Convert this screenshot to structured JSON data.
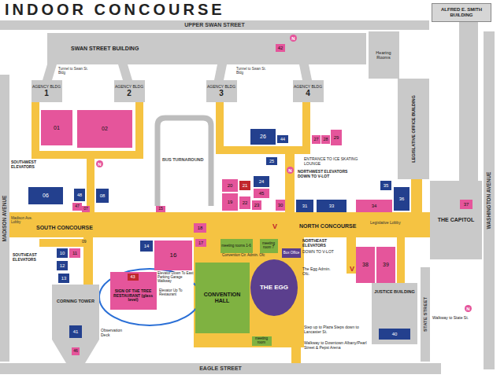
{
  "diagram": {
    "title": "INDOOR CONCOURSE",
    "nodes": [
      {
        "text": [
          "UPPER SWAN STREET"
        ]
      },
      {
        "text": [
          "ALFRED E. SMITH BUILDING"
        ]
      },
      {
        "text": [
          "SWAN STREET BUILDING"
        ]
      },
      {
        "text": [
          "42"
        ]
      },
      {
        "text": [
          "Hearing Rooms"
        ]
      },
      {
        "text": [
          "AGENCY BLDG",
          "1"
        ]
      },
      {
        "text": [
          "AGENCY BLDG",
          "2"
        ]
      },
      {
        "text": [
          "AGENCY BLDG",
          "3"
        ]
      },
      {
        "text": [
          "AGENCY BLDG",
          "4"
        ]
      },
      {
        "text": [
          "LEGISLATIVE OFFICE BUILDING"
        ]
      },
      {
        "text": [
          "01"
        ]
      },
      {
        "text": [
          "02"
        ]
      },
      {
        "text": [
          "26"
        ]
      },
      {
        "text": [
          "44"
        ]
      },
      {
        "text": [
          "27"
        ]
      },
      {
        "text": [
          "28"
        ]
      },
      {
        "text": [
          "29"
        ]
      },
      {
        "text": [
          "25"
        ]
      },
      {
        "text": [
          "35"
        ]
      },
      {
        "text": [
          "20"
        ]
      },
      {
        "text": [
          "21"
        ]
      },
      {
        "text": [
          "24"
        ]
      },
      {
        "text": [
          "45"
        ]
      },
      {
        "text": [
          "19"
        ]
      },
      {
        "text": [
          "22"
        ]
      },
      {
        "text": [
          "23"
        ]
      },
      {
        "text": [
          "30"
        ]
      },
      {
        "text": [
          "31"
        ]
      },
      {
        "text": [
          "33"
        ]
      },
      {
        "text": [
          "34"
        ]
      },
      {
        "text": [
          "36"
        ]
      },
      {
        "text": [
          "06"
        ]
      },
      {
        "text": [
          "48"
        ]
      },
      {
        "text": [
          "08"
        ]
      },
      {
        "text": [
          "47"
        ]
      },
      {
        "text": [
          "07"
        ]
      },
      {
        "text": [
          "15"
        ]
      },
      {
        "text": [
          "THE CAPITOL"
        ]
      },
      {
        "text": [
          "37"
        ],
        "in": 37
      },
      {
        "text": [
          "18"
        ]
      },
      {
        "text": [
          "14"
        ]
      },
      {
        "text": [
          "10"
        ]
      },
      {
        "text": [
          "11"
        ]
      },
      {
        "text": [
          "12"
        ]
      },
      {
        "text": [
          "13"
        ]
      },
      {
        "text": [
          "16"
        ]
      },
      {
        "text": [
          "17"
        ]
      },
      {
        "text": [
          "meeting rooms 1-6"
        ]
      },
      {
        "text": [
          "meeting room 7"
        ]
      },
      {
        "text": [
          "38"
        ]
      },
      {
        "text": [
          "39"
        ]
      },
      {
        "text": [
          "SIGN OF THE TREE RESTAURANT (glass level)"
        ]
      },
      {
        "text": [
          "43"
        ],
        "in": 51
      },
      {
        "text": [
          "CONVENTION HALL"
        ]
      },
      {
        "text": [
          "THE EGG"
        ]
      },
      {
        "text": [
          "Box Office"
        ]
      },
      {
        "text": [
          "CORNING TOWER"
        ]
      },
      {
        "text": [
          "41"
        ],
        "in": 56
      },
      {
        "text": [
          "46"
        ],
        "in": 56
      },
      {
        "text": [
          "JUSTICE BUILDING"
        ]
      },
      {
        "text": [
          "40"
        ],
        "in": 59
      },
      {
        "text": [
          "meeting room"
        ]
      },
      {
        "text": [
          "MADISON AVENUE"
        ]
      },
      {
        "text": [
          "WASHINGTON AVENUE"
        ]
      },
      {
        "text": [
          "STATE STREET"
        ]
      },
      {
        "text": [
          "EAGLE STREET"
        ]
      }
    ],
    "labels": [
      "Tunnel to Swan St. Bldg",
      "Tunnel to Swan St. Bldg",
      "SOUTHWEST ELEVATORS",
      "BUS TURNAROUND",
      "ENTRANCE TO ICE SKATING LOUNGE",
      "NORTHWEST ELEVATORS DOWN TO V-LOT",
      "N",
      "N",
      "N",
      "N",
      "Madison Ave. Lobby",
      "SOUTH CONCOURSE",
      "NORTH CONCOURSE",
      "Legislative Lobby",
      "V",
      "V",
      "09",
      "SOUTHEAST ELEVATORS",
      "NORTHEAST ELEVATORS",
      "DOWN TO V-LOT",
      "Convention Ctr. Admin. Ofc",
      "The Egg Admin. Ofc.",
      "Elevator Down To East Parking Garage Walkway",
      "Elevator Up To Restaurant",
      "Observation Deck",
      "Walkway to State St.",
      "Step up to Plaza Steps down to Lancaster St.",
      "Walkway to Downtown Albany/Pearl Street & Pepsi Arena"
    ]
  }
}
